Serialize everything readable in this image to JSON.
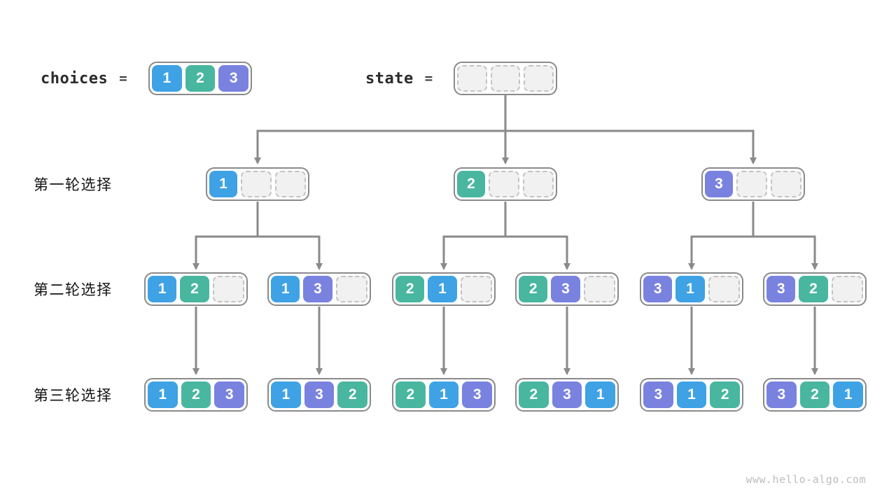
{
  "header": {
    "choices_label": "choices",
    "choices_equals": "=",
    "choices_values": [
      "1",
      "2",
      "3"
    ],
    "state_label": "state",
    "state_equals": "="
  },
  "row_labels": [
    "第一轮选择",
    "第二轮选择",
    "第三轮选择"
  ],
  "tree": {
    "root": [
      null,
      null,
      null
    ],
    "level1": [
      [
        "1",
        null,
        null
      ],
      [
        "2",
        null,
        null
      ],
      [
        "3",
        null,
        null
      ]
    ],
    "level2": [
      [
        "1",
        "2",
        null
      ],
      [
        "1",
        "3",
        null
      ],
      [
        "2",
        "1",
        null
      ],
      [
        "2",
        "3",
        null
      ],
      [
        "3",
        "1",
        null
      ],
      [
        "3",
        "2",
        null
      ]
    ],
    "level3": [
      [
        "1",
        "2",
        "3"
      ],
      [
        "1",
        "3",
        "2"
      ],
      [
        "2",
        "1",
        "3"
      ],
      [
        "2",
        "3",
        "1"
      ],
      [
        "3",
        "1",
        "2"
      ],
      [
        "3",
        "2",
        "1"
      ]
    ]
  },
  "colors": {
    "1": "#3ea2e5",
    "2": "#49b6a0",
    "3": "#7a82e0",
    "line": "#8a8a8a",
    "empty_bg": "#f1f1f1",
    "empty_border": "#c3c3c3"
  },
  "watermark": "www.hello-algo.com"
}
